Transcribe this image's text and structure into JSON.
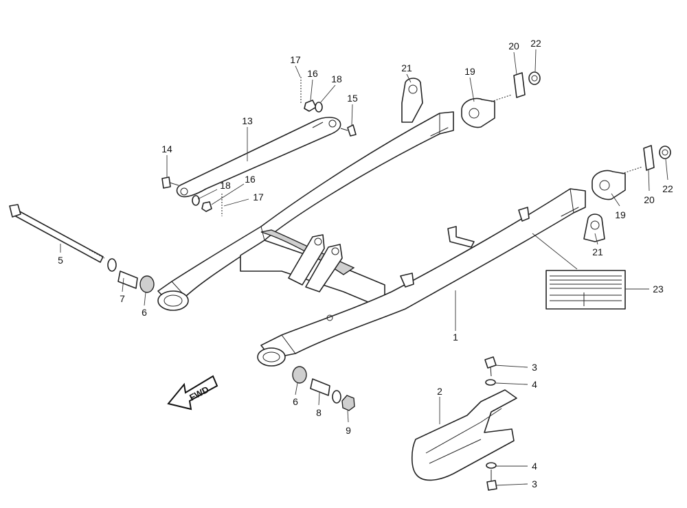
{
  "diagram": {
    "arrow_label": "FWD",
    "callouts": [
      {
        "id": "c1",
        "text": "1"
      },
      {
        "id": "c2",
        "text": "2"
      },
      {
        "id": "c3a",
        "text": "3"
      },
      {
        "id": "c3b",
        "text": "3"
      },
      {
        "id": "c4a",
        "text": "4"
      },
      {
        "id": "c4b",
        "text": "4"
      },
      {
        "id": "c5",
        "text": "5"
      },
      {
        "id": "c6a",
        "text": "6"
      },
      {
        "id": "c6b",
        "text": "6"
      },
      {
        "id": "c7",
        "text": "7"
      },
      {
        "id": "c8",
        "text": "8"
      },
      {
        "id": "c9",
        "text": "9"
      },
      {
        "id": "c13",
        "text": "13"
      },
      {
        "id": "c14",
        "text": "14"
      },
      {
        "id": "c15",
        "text": "15"
      },
      {
        "id": "c16a",
        "text": "16"
      },
      {
        "id": "c16b",
        "text": "16"
      },
      {
        "id": "c17a",
        "text": "17"
      },
      {
        "id": "c17b",
        "text": "17"
      },
      {
        "id": "c18a",
        "text": "18"
      },
      {
        "id": "c18b",
        "text": "18"
      },
      {
        "id": "c19a",
        "text": "19"
      },
      {
        "id": "c19b",
        "text": "19"
      },
      {
        "id": "c20a",
        "text": "20"
      },
      {
        "id": "c20b",
        "text": "20"
      },
      {
        "id": "c21a",
        "text": "21"
      },
      {
        "id": "c21b",
        "text": "21"
      },
      {
        "id": "c22a",
        "text": "22"
      },
      {
        "id": "c22b",
        "text": "22"
      },
      {
        "id": "c23",
        "text": "23"
      }
    ]
  }
}
